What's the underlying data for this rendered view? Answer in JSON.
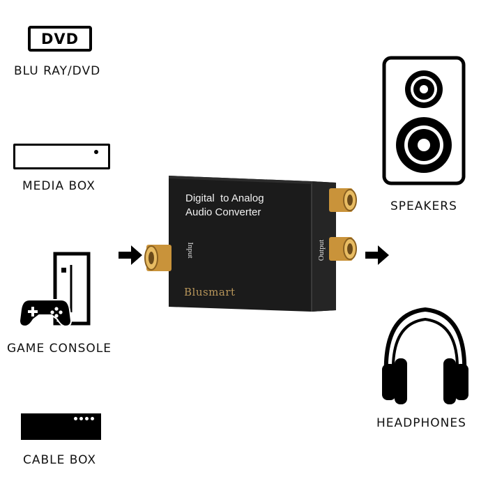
{
  "sources": {
    "dvd": {
      "logo_text": "DVD",
      "label": "BLU RAY/DVD"
    },
    "media_box": {
      "label": "MEDIA BOX"
    },
    "game_console": {
      "label": "GAME CONSOLE"
    },
    "cable_box": {
      "label": "CABLE BOX"
    }
  },
  "converter": {
    "title_line1": "Digital  to Analog",
    "title_line2": "Audio Converter",
    "input_label": "Input",
    "output_label": "Output",
    "brand": "Blusmart"
  },
  "outputs": {
    "speakers": {
      "label": "SPEAKERS"
    },
    "headphones": {
      "label": "HEADPHONES"
    }
  },
  "colors": {
    "icon": "#000000",
    "converter_body": "#1b1b1b",
    "converter_text": "#f2f2f2",
    "brand_gold": "#b8965a",
    "connector_gold": "#d9a64a"
  }
}
